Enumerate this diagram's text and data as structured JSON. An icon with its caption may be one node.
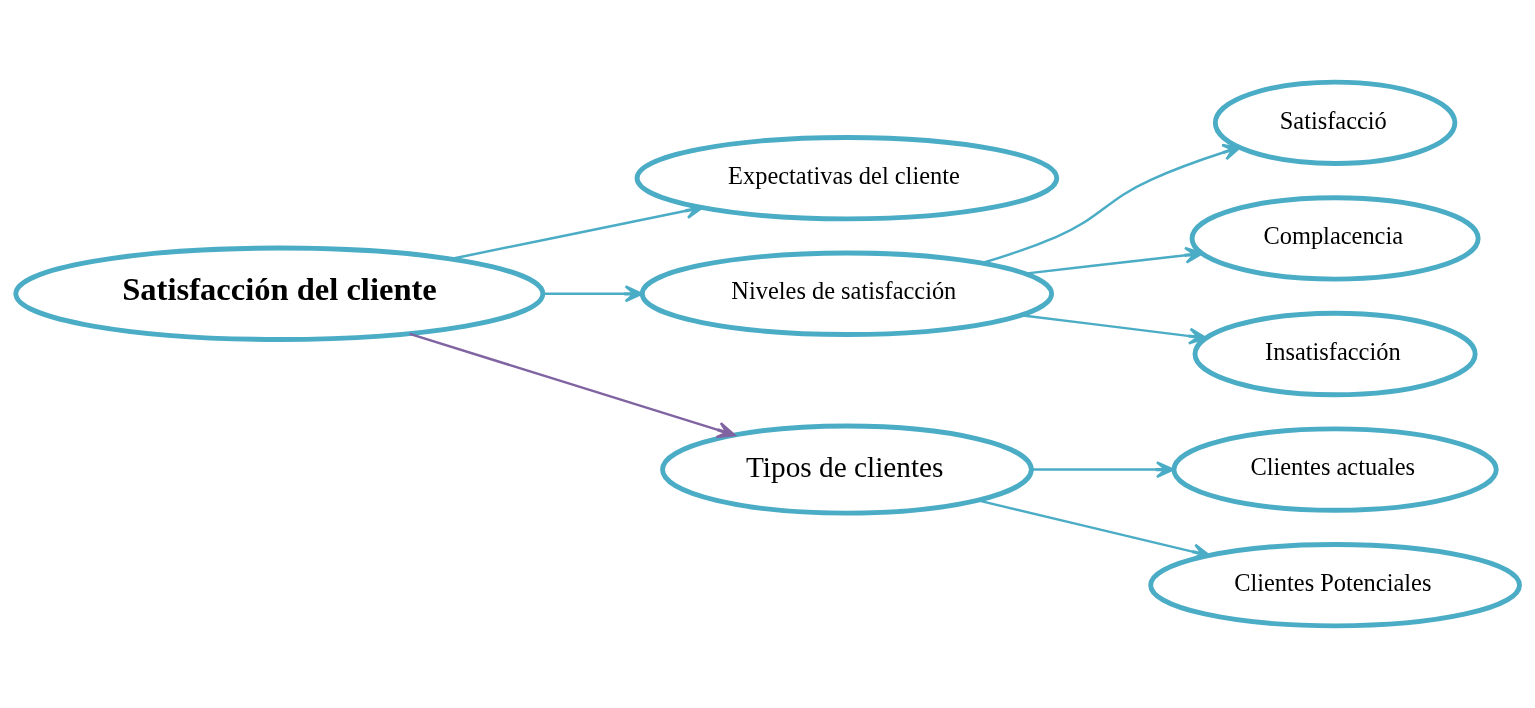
{
  "diagram": {
    "nodes": [
      {
        "text": [
          "Satisfacción del cliente"
        ]
      },
      {
        "text": [
          "Expectativas del cliente"
        ]
      },
      {
        "text": [
          "Niveles de satisfacción"
        ]
      },
      {
        "text": [
          "Satisfacció"
        ]
      },
      {
        "text": [
          "Complacencia"
        ]
      },
      {
        "text": [
          "Insatisfacción"
        ]
      },
      {
        "text": [
          "Tipos de clientes"
        ]
      },
      {
        "text": [
          "Clientes actuales"
        ]
      },
      {
        "text": [
          "Clientes Potenciales"
        ]
      }
    ],
    "edges": [
      {
        "from": 0,
        "to": 1,
        "arrow": "to"
      },
      {
        "from": 0,
        "to": 2,
        "arrow": "to"
      },
      {
        "from": 2,
        "to": 3,
        "arrow": "to"
      },
      {
        "from": 2,
        "to": 4,
        "arrow": "to"
      },
      {
        "from": 2,
        "to": 5,
        "arrow": "to"
      },
      {
        "from": 0,
        "to": 6,
        "arrow": "to",
        "color": "#8064a2"
      },
      {
        "from": 6,
        "to": 7,
        "arrow": "to"
      },
      {
        "from": 6,
        "to": 8,
        "arrow": "to"
      }
    ]
  }
}
